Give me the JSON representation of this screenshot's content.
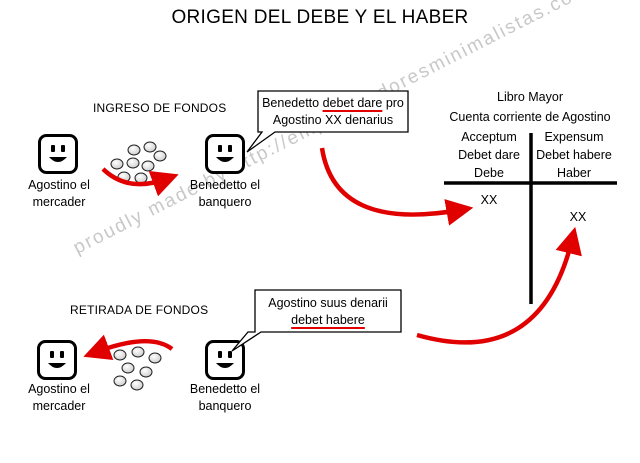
{
  "title": "ORIGEN DEL DEBE Y EL HABER",
  "ingreso": {
    "heading": "INGRESO DE FONDOS",
    "merchant": "Agostino el mercader",
    "banker": "Benedetto el banquero",
    "bubble_prefix": "Benedetto ",
    "bubble_highlight": "debet dare",
    "bubble_suffix": " pro",
    "bubble_line2": "Agostino XX denarius"
  },
  "retirada": {
    "heading": "RETIRADA DE FONDOS",
    "merchant": "Agostino el mercader",
    "banker": "Benedetto el banquero",
    "bubble_line1": "Agostino suus denarii",
    "bubble_highlight": "debet habere"
  },
  "ledger": {
    "title": "Libro Mayor",
    "subtitle": "Cuenta corriente de Agostino",
    "left_col": [
      "Acceptum",
      "Debet dare",
      "Debe"
    ],
    "right_col": [
      "Expensum",
      "Debet habere",
      "Haber"
    ],
    "left_entry": "XX",
    "right_entry": "XX"
  },
  "watermark": "proudly made by http://emprendedoresminimalistas.com",
  "colors": {
    "arrow": "#e00000",
    "ink": "#000000",
    "watermark": "#c8c8c8"
  }
}
